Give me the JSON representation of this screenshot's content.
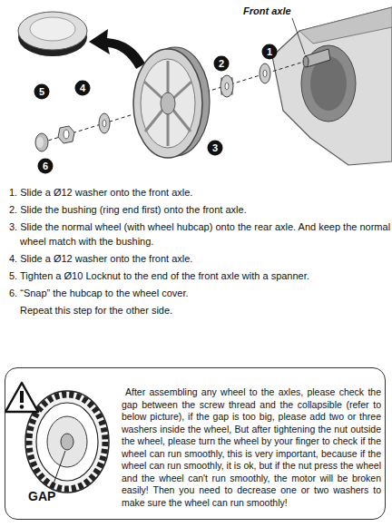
{
  "diagram": {
    "nodes": [
      {
        "text": [
          "After assembling any wheel to the axles, please check the gap between the screw thread and the collapsible (refer to below picture), if the gap is too big, please add two or three washers inside the wheel, But after tightening the nut outside the wheel, please turn the wheel by your finger to check if the wheel can run smoothly, this is very important, because if the wheel can run smoothly, it is ok, but if the nut press the wheel and the wheel can't run smoothly, the motor will be broken easily! Then you need to decrease one or two washers to make sure the wheel can run smoothly!",
          "GAP"
        ]
      }
    ],
    "labels": [
      "Front axle",
      "1",
      "2",
      "3",
      "4",
      "5",
      "6",
      "1. Slide a Ø12 washer onto the front axle.",
      "2. Slide the bushing (ring end first) onto the front axle.",
      "3. Slide the normal wheel (with wheel hubcap) onto the rear axle. And keep the normal wheel match with the bushing.",
      "4. Slide a Ø12 washer onto the front axle.",
      "5. Tighten a Ø10 Locknut to the end of the front axle with a spanner.",
      "6. “Snap” the hubcap to the wheel cover.",
      "Repeat this step for the other side."
    ]
  }
}
